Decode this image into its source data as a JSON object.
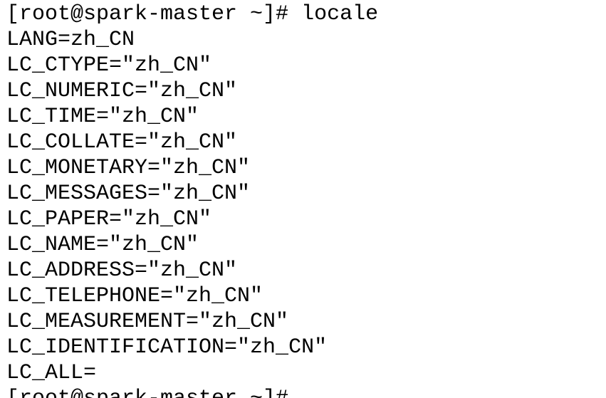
{
  "terminal": {
    "lines": [
      "[root@spark-master ~]# locale",
      "LANG=zh_CN",
      "LC_CTYPE=\"zh_CN\"",
      "LC_NUMERIC=\"zh_CN\"",
      "LC_TIME=\"zh_CN\"",
      "LC_COLLATE=\"zh_CN\"",
      "LC_MONETARY=\"zh_CN\"",
      "LC_MESSAGES=\"zh_CN\"",
      "LC_PAPER=\"zh_CN\"",
      "LC_NAME=\"zh_CN\"",
      "LC_ADDRESS=\"zh_CN\"",
      "LC_TELEPHONE=\"zh_CN\"",
      "LC_MEASUREMENT=\"zh_CN\"",
      "LC_IDENTIFICATION=\"zh_CN\"",
      "LC_ALL=",
      "[root@spark-master ~]#"
    ]
  }
}
